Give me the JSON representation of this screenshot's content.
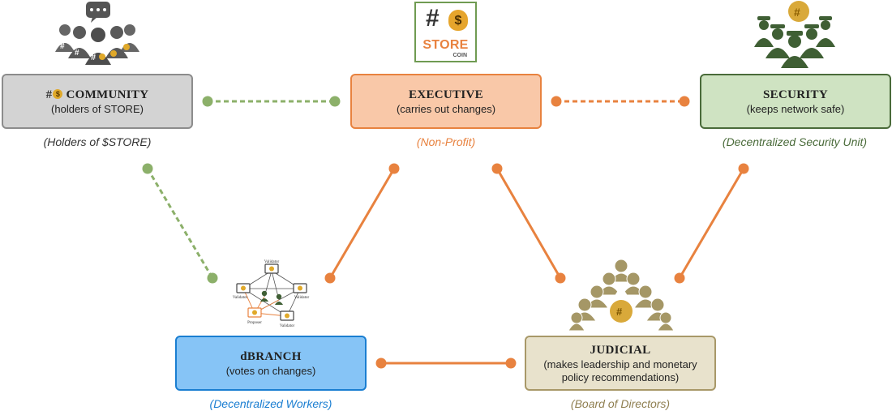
{
  "logo": {
    "symbol": "#",
    "name": "STORE",
    "subname": "COIN"
  },
  "nodes": {
    "community": {
      "title_symbol": "#",
      "title": "COMMUNITY",
      "subtitle": "(holders of STORE)",
      "caption": "(Holders of $STORE)",
      "icon": "community-group-icon",
      "color": "#8c8c8c"
    },
    "executive": {
      "title": "EXECUTIVE",
      "subtitle": "(carries out changes)",
      "caption": "(Non-Profit)",
      "color": "#e8823f"
    },
    "security": {
      "title": "SECURITY",
      "subtitle": "(keeps network safe)",
      "caption": "(Decentralized Security Unit)",
      "icon": "security-guards-icon",
      "color": "#4a6b3a"
    },
    "dbranch": {
      "title": "dBRANCH",
      "subtitle": "(votes on changes)",
      "caption": "(Decentralized Workers)",
      "icon": "validator-network-icon",
      "color": "#1a7ed1"
    },
    "judicial": {
      "title": "JUDICIAL",
      "subtitle_line1": "(makes leadership and monetary",
      "subtitle_line2": "policy recommendations)",
      "caption": "(Board of Directors)",
      "icon": "board-pyramid-icon",
      "color": "#a89868"
    }
  },
  "network_labels": {
    "validator": "Validator",
    "proposer": "Proposer"
  },
  "connectors": [
    {
      "from": "community",
      "to": "executive",
      "style": "dashed",
      "color": "#8cb06a"
    },
    {
      "from": "executive",
      "to": "security",
      "style": "dashed",
      "color": "#e8823f"
    },
    {
      "from": "community",
      "to": "dbranch",
      "style": "dashed",
      "color": "#8cb06a"
    },
    {
      "from": "executive",
      "to": "dbranch",
      "style": "solid",
      "color": "#e8823f"
    },
    {
      "from": "executive",
      "to": "judicial",
      "style": "solid",
      "color": "#e8823f"
    },
    {
      "from": "security",
      "to": "judicial",
      "style": "solid",
      "color": "#e8823f"
    },
    {
      "from": "dbranch",
      "to": "judicial",
      "style": "solid",
      "color": "#e8823f"
    }
  ]
}
